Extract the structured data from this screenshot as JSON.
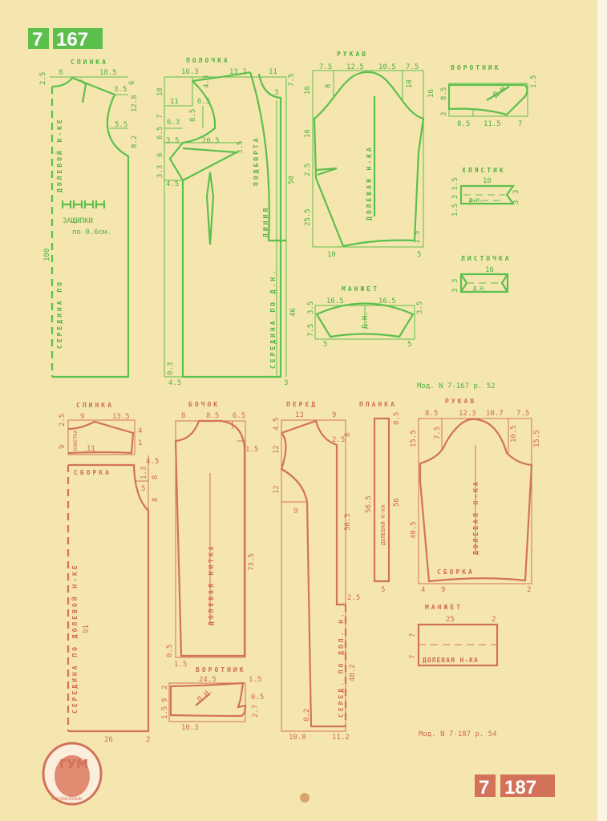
{
  "top": {
    "badge": {
      "series": "7",
      "number": "167",
      "color": "#5cbf4c"
    },
    "model_ref": "Мод. N 7-167  р. 52",
    "spinka": {
      "title": "СПИНКА",
      "dims": [
        "2.5",
        "8",
        "18.5",
        "3.5",
        "6",
        "12.8",
        "5.5",
        "8.2",
        "100"
      ],
      "grain": "ДОЛЕВОЙ Н-КЕ",
      "center": "СЕРЕДИНА ПО",
      "tucks": "ЗАЩИПКИ",
      "tucks_note": "по 0.6см."
    },
    "polochka": {
      "title": "ПОЛОЧКА",
      "dims": [
        "16.3",
        "13.2",
        "11",
        "10",
        "4.3",
        "11",
        "6.5",
        "7",
        "6.3",
        "8.5",
        "6.5",
        "3.5",
        "20.5",
        "3.5",
        "6",
        "3.3",
        "4.5",
        "7.5",
        "3",
        "50",
        "0.3",
        "4.5",
        "3",
        "46"
      ],
      "facing": "ПОДБОРТА",
      "line": "ЛИНИЯ",
      "center": "СЕРЕДИНА ПО Д.Н."
    },
    "rukav": {
      "title": "РУКАВ",
      "dims": [
        "7.5",
        "12.5",
        "10.5",
        "7.5",
        "16",
        "8",
        "10",
        "16",
        "16",
        "2.5",
        "25.5",
        "10",
        "5",
        "1.5"
      ],
      "grain": "ДОЛЕВАЯ Н-КА"
    },
    "vorotnik": {
      "title": "ВОРОТНИК",
      "dims": [
        "8.5",
        "3",
        "1.5",
        "8.5",
        "11.5",
        "7"
      ],
      "grain": "Д.Н."
    },
    "hlyastik": {
      "title": "ХЛЯСТИК",
      "dims": [
        "18",
        "1.5 3 1.5",
        "3",
        "3"
      ],
      "grain": "Д.Н."
    },
    "listochka": {
      "title": "ЛИСТОЧКА",
      "dims": [
        "16",
        "3",
        "3"
      ],
      "grain": "Д.Н."
    },
    "manzhet": {
      "title": "МАНЖЕТ",
      "dims": [
        "16.5",
        "16.5",
        "3.5",
        "7.5",
        "3.5",
        "5",
        "5"
      ],
      "grain": "Д.Н."
    }
  },
  "bottom": {
    "badge": {
      "series": "7",
      "number": "187",
      "color": "#d27259"
    },
    "model_ref": "Мод. N 7-187  р. 54",
    "spinka": {
      "title": "СПИНКА",
      "dims": [
        "9",
        "13.5",
        "2.5",
        "9",
        "11",
        "4",
        "1",
        "4.5",
        "1.3",
        "5",
        "8",
        "8",
        "26",
        "2",
        "91"
      ],
      "yoke": "КОКЕТКА",
      "gather": "СБОРКА",
      "grain": "СЕРЕДИНА ПО ДОЛЕВОЙ Н-КЕ"
    },
    "bochok": {
      "title": "БОЧОК",
      "dims": [
        "8",
        "8.5",
        "6.5",
        "73.5",
        "0.5",
        "1.5",
        "1.5"
      ],
      "grain": "ДОЛЕВАЯ НИТКА"
    },
    "vorotnik": {
      "title": "ВОРОТНИК",
      "dims": [
        "24.5",
        "1.5",
        "2",
        "9",
        "1.5",
        "0.5",
        "2.7",
        "10.3"
      ],
      "grain": "Д.Н."
    },
    "pered": {
      "title": "ПЕРЕД",
      "dims": [
        "13",
        "9",
        "4.5",
        "12",
        "12",
        "9",
        "2.5",
        "8",
        "56.5",
        "2.5",
        "40.2",
        "10.8",
        "11.2",
        "0.2"
      ],
      "center": "СЕРЕД. ПО ДОЛ. Н."
    },
    "planka": {
      "title": "ПЛАНКА",
      "dims": [
        "0.5",
        "56.5",
        "56",
        "5"
      ],
      "grain": "ДОЛЕВАЯ Н-КА"
    },
    "rukav": {
      "title": "РУКАВ",
      "dims": [
        "8.5",
        "12.3",
        "10.7",
        "7.5",
        "15.5",
        "7.5",
        "10.5",
        "15.5",
        "40.5",
        "4",
        "9",
        "2"
      ],
      "gather": "СБОРКА",
      "grain": "ДОЛЕВАЯ Н-КА"
    },
    "manzhet": {
      "title": "МАНЖЕТ",
      "dims": [
        "25",
        "2",
        "7",
        "7"
      ],
      "grain": "ДОЛЕВАЯ Н-КА"
    }
  },
  "logo": {
    "name": "ГУМ",
    "ring": "МОСГОРИСПОЛКОМ"
  }
}
